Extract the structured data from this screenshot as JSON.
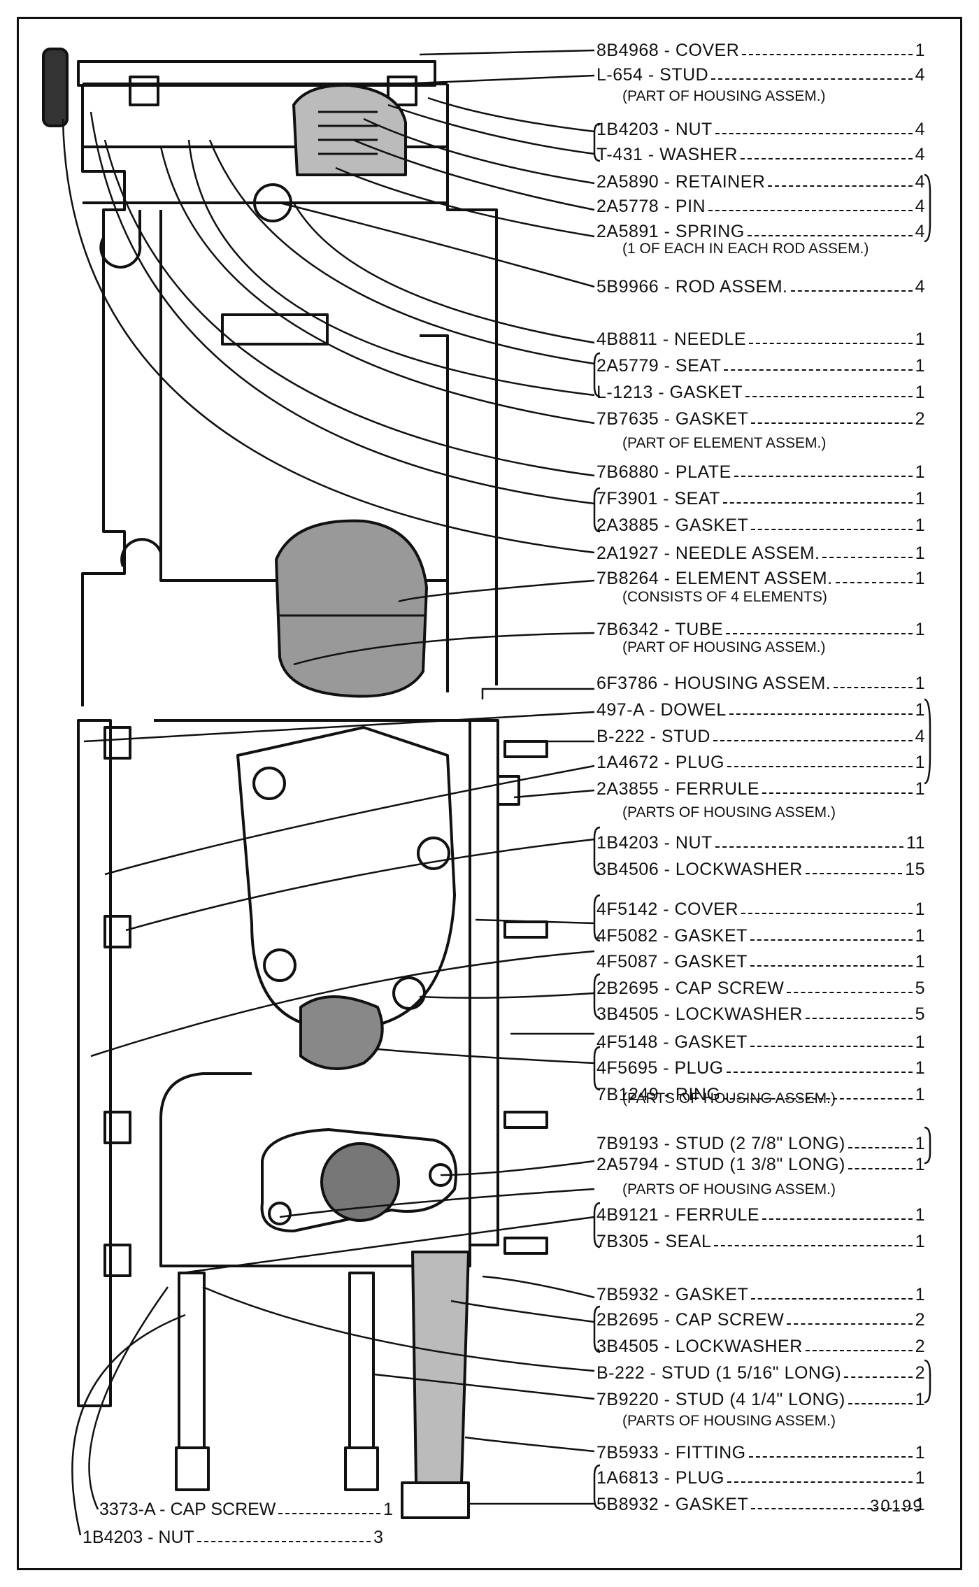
{
  "parts": [
    {
      "name": "8B4968 - COVER",
      "qty": "1"
    },
    {
      "name": "L-654 - STUD",
      "qty": "4"
    },
    {
      "name": "1B4203 - NUT",
      "qty": "4"
    },
    {
      "name": "T-431 - WASHER",
      "qty": "4"
    },
    {
      "name": "2A5890 - RETAINER",
      "qty": "4"
    },
    {
      "name": "2A5778 - PIN",
      "qty": "4"
    },
    {
      "name": "2A5891 - SPRING",
      "qty": "4"
    },
    {
      "name": "5B9966 - ROD ASSEM.",
      "qty": "4"
    },
    {
      "name": "4B8811 - NEEDLE",
      "qty": "1"
    },
    {
      "name": "2A5779 - SEAT",
      "qty": "1"
    },
    {
      "name": "L-1213 - GASKET",
      "qty": "1"
    },
    {
      "name": "7B7635 - GASKET",
      "qty": "2"
    },
    {
      "name": "7B6880 - PLATE",
      "qty": "1"
    },
    {
      "name": "7F3901 - SEAT",
      "qty": "1"
    },
    {
      "name": "2A3885 - GASKET",
      "qty": "1"
    },
    {
      "name": "2A1927 - NEEDLE ASSEM.",
      "qty": "1"
    },
    {
      "name": "7B8264 - ELEMENT ASSEM.",
      "qty": "1"
    },
    {
      "name": "7B6342 - TUBE",
      "qty": "1"
    },
    {
      "name": "6F3786 - HOUSING ASSEM.",
      "qty": "1"
    },
    {
      "name": "497-A - DOWEL",
      "qty": "1"
    },
    {
      "name": "B-222 - STUD",
      "qty": "4"
    },
    {
      "name": "1A4672 - PLUG",
      "qty": "1"
    },
    {
      "name": "2A3855 - FERRULE",
      "qty": "1"
    },
    {
      "name": "1B4203 - NUT",
      "qty": "11"
    },
    {
      "name": "3B4506 - LOCKWASHER",
      "qty": "15"
    },
    {
      "name": "4F5142 - COVER",
      "qty": "1"
    },
    {
      "name": "4F5082 - GASKET",
      "qty": "1"
    },
    {
      "name": "4F5087 - GASKET",
      "qty": "1"
    },
    {
      "name": "2B2695 - CAP SCREW",
      "qty": "5"
    },
    {
      "name": "3B4505 - LOCKWASHER",
      "qty": "5"
    },
    {
      "name": "4F5148 - GASKET",
      "qty": "1"
    },
    {
      "name": "4F5695 - PLUG",
      "qty": "1"
    },
    {
      "name": "7B1249 - RING",
      "qty": "1"
    },
    {
      "name": "7B9193 - STUD (2 7/8\" LONG)",
      "qty": "1"
    },
    {
      "name": "2A5794 - STUD (1 3/8\" LONG)",
      "qty": "1"
    },
    {
      "name": "4B9121 - FERRULE",
      "qty": "1"
    },
    {
      "name": "7B305 - SEAL",
      "qty": "1"
    },
    {
      "name": "7B5932 - GASKET",
      "qty": "1"
    },
    {
      "name": "2B2695 - CAP SCREW",
      "qty": "2"
    },
    {
      "name": "3B4505 - LOCKWASHER",
      "qty": "2"
    },
    {
      "name": "B-222 - STUD (1 5/16\" LONG)",
      "qty": "2"
    },
    {
      "name": "7B9220 - STUD (4 1/4\" LONG)",
      "qty": "1"
    },
    {
      "name": "7B5933 - FITTING",
      "qty": "1"
    },
    {
      "name": "1A6813 - PLUG",
      "qty": "1"
    },
    {
      "name": "5B8932 - GASKET",
      "qty": "1"
    }
  ],
  "notes": [
    "(PART OF HOUSING ASSEM.)",
    "(1 OF EACH IN EACH ROD ASSEM.)",
    "(PART OF ELEMENT ASSEM.)",
    "(CONSISTS OF 4 ELEMENTS)",
    "(PART OF HOUSING ASSEM.)",
    "(PARTS OF HOUSING ASSEM.)",
    "(PARTS OF HOUSING ASSEM.)",
    "(PARTS OF HOUSING ASSEM.)",
    "(PARTS OF HOUSING ASSEM.)"
  ],
  "bottom_parts": [
    {
      "name": "3373-A - CAP SCREW",
      "qty": "1"
    },
    {
      "name": "1B4203 - NUT",
      "qty": "3"
    }
  ],
  "figure_number": "30199"
}
